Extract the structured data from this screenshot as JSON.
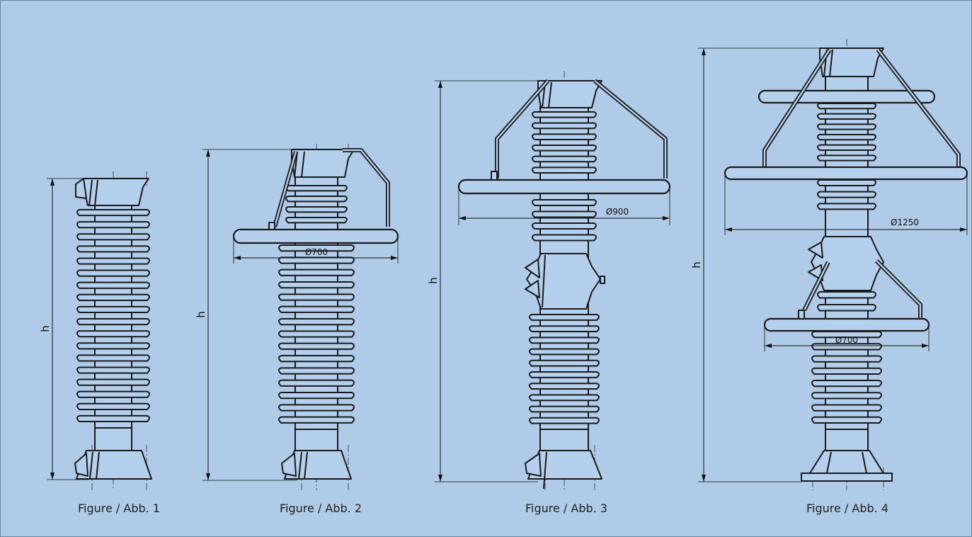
{
  "figures": [
    {
      "caption": "Figure / Abb. 1",
      "height_label": "h"
    },
    {
      "caption": "Figure / Abb. 2",
      "height_label": "h",
      "ring_label": "Ø700"
    },
    {
      "caption": "Figure / Abb. 3",
      "height_label": "h",
      "ring_label": "Ø900"
    },
    {
      "caption": "Figure / Abb. 4",
      "height_label": "h",
      "ring_labels": [
        "Ø1250",
        "Ø700"
      ]
    }
  ],
  "colors": {
    "background": "#b0cbe8",
    "line": "#1a1a1a",
    "fill": "#b5d0ec"
  }
}
